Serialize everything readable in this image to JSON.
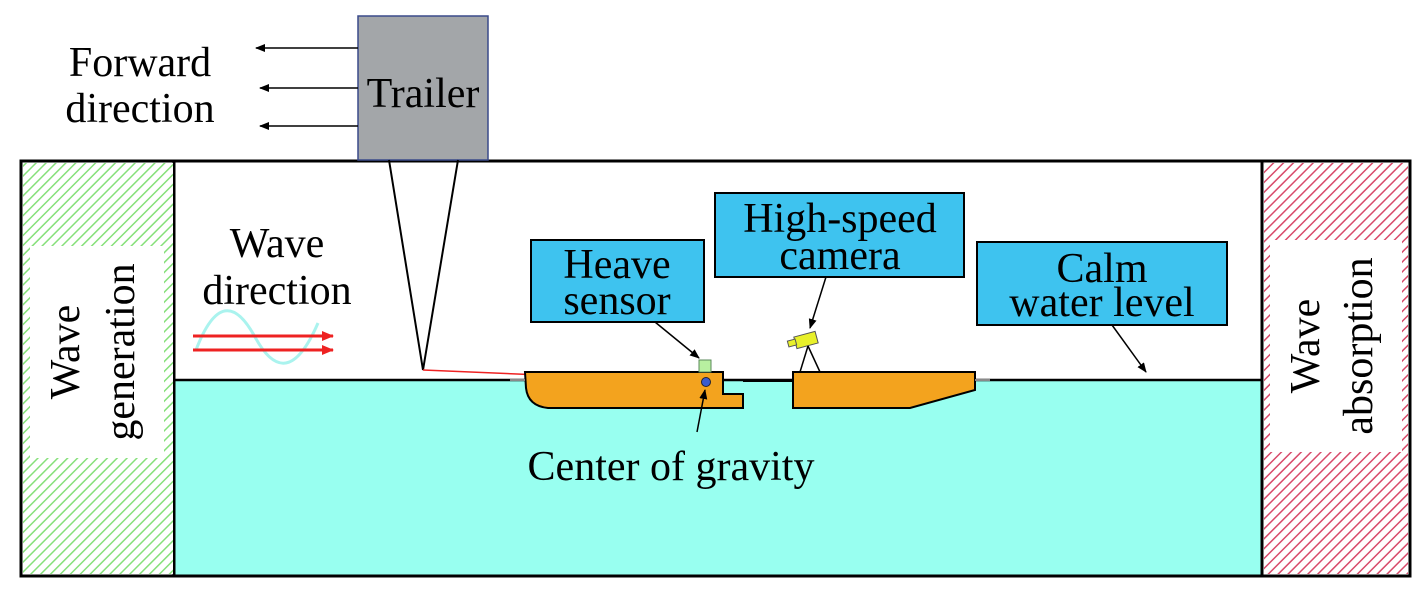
{
  "labels": {
    "forward_line1": "Forward",
    "forward_line2": "direction",
    "trailer": "Trailer",
    "wave_line1": "Wave",
    "wave_line2": "direction",
    "heave_line1": "Heave",
    "heave_line2": "sensor",
    "camera_line1": "High-speed",
    "camera_line2": "camera",
    "calm_line1": "Calm",
    "calm_line2": "water level",
    "cog": "Center of gravity",
    "gen_line1": "Wave",
    "gen_line2": "generation",
    "abs_line1": "Wave",
    "abs_line2": "absorption"
  },
  "colors": {
    "water": "#98fff0",
    "hull": "#f3a31e",
    "label_box": "#3ec3ef",
    "trailer": "#a3a6a9",
    "generation_hatch": "#86e07a",
    "absorption_hatch": "#d84a6a",
    "wave_arrow": "#ee2222",
    "camera": "#e8f02a",
    "sensor": "#b8f0a0",
    "cog_dot": "#3a5ccf"
  }
}
